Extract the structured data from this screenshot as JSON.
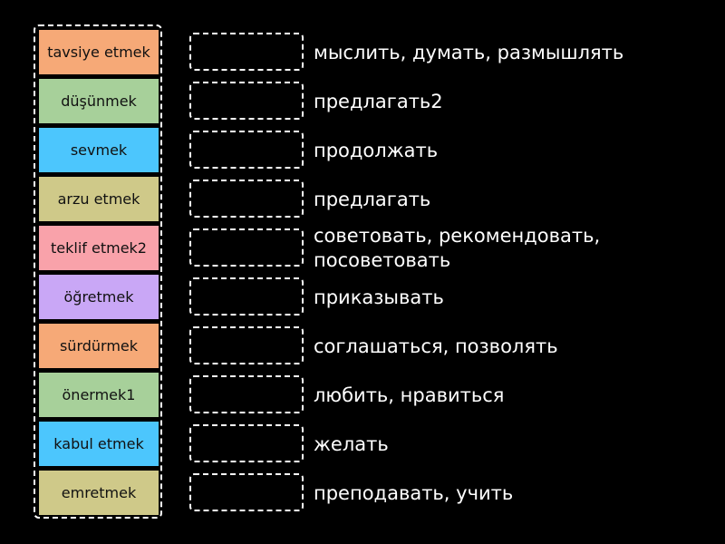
{
  "colors": {
    "orange": "#f6a977",
    "green": "#a7d09a",
    "blue": "#4cc6fd",
    "olive": "#cfc989",
    "pink": "#f9a2aa",
    "purple": "#c9a7f6"
  },
  "cards": [
    {
      "label": "tavsiye etmek",
      "color": "#f6a977"
    },
    {
      "label": "düşünmek",
      "color": "#a7d09a"
    },
    {
      "label": "sevmek",
      "color": "#4cc6fd"
    },
    {
      "label": "arzu etmek",
      "color": "#cfc989"
    },
    {
      "label": "teklif etmek2",
      "color": "#f9a2aa"
    },
    {
      "label": "öğretmek",
      "color": "#c9a7f6"
    },
    {
      "label": "sürdürmek",
      "color": "#f6a977"
    },
    {
      "label": "önermek1",
      "color": "#a7d09a"
    },
    {
      "label": "kabul etmek",
      "color": "#4cc6fd"
    },
    {
      "label": "emretmek",
      "color": "#cfc989"
    }
  ],
  "definitions": [
    "мыслить, думать, размышлять",
    "предлагать2",
    "продолжать",
    "предлагать",
    "советовать, рекомендовать, посоветовать",
    "приказывать",
    "соглашаться, позволять",
    "любить, нравиться",
    "желать",
    "преподавать, учить"
  ]
}
